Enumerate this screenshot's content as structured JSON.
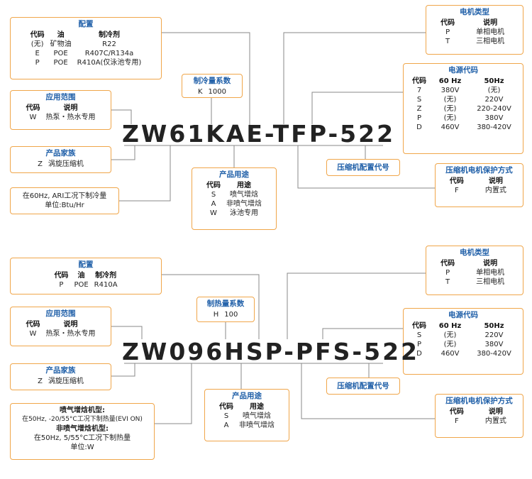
{
  "d1": {
    "config": {
      "title": "配置",
      "headers": [
        "代码",
        "油",
        "制冷剂"
      ],
      "rows": [
        [
          "(无)",
          "矿物油",
          "R22"
        ],
        [
          "E",
          "POE",
          "R407C/R134a"
        ],
        [
          "P",
          "POE",
          "R410A(仅泳池专用)"
        ]
      ]
    },
    "motor_type": {
      "title": "电机类型",
      "headers": [
        "代码",
        "说明"
      ],
      "rows": [
        [
          "P",
          "单相电机"
        ],
        [
          "T",
          "三相电机"
        ]
      ]
    },
    "cap_coef": {
      "title": "制冷量系数",
      "row": [
        "K",
        "1000"
      ]
    },
    "power": {
      "title": "电源代码",
      "headers": [
        "代码",
        "60 Hz",
        "50Hz"
      ],
      "rows": [
        [
          "7",
          "380V",
          "(无)"
        ],
        [
          "S",
          "(无)",
          "220V"
        ],
        [
          "Z",
          "(无)",
          "220-240V"
        ],
        [
          "P",
          "(无)",
          "380V"
        ],
        [
          "D",
          "460V",
          "380-420V"
        ]
      ]
    },
    "app": {
      "title": "应用范围",
      "headers": [
        "代码",
        "说明"
      ],
      "rows": [
        [
          "W",
          "热泵・热水专用"
        ]
      ]
    },
    "model": {
      "c1": "ZW",
      "c2": "61",
      "c3": "KAE",
      "c4": "-",
      "c5": "TFP",
      "c6": "-",
      "c7": "522"
    },
    "family": {
      "title": "产品家族",
      "row": [
        "Z",
        "涡旋压缩机"
      ]
    },
    "comp_conf": {
      "title": "压缩机配置代号"
    },
    "usage": {
      "title": "产品用途",
      "headers": [
        "代码",
        "用途"
      ],
      "rows": [
        [
          "S",
          "喷气增焓"
        ],
        [
          "A",
          "非喷气增焓"
        ],
        [
          "W",
          "泳池专用"
        ]
      ]
    },
    "protect": {
      "title": "压缩机电机保护方式",
      "headers": [
        "代码",
        "说明"
      ],
      "rows": [
        [
          "F",
          "内置式"
        ]
      ]
    },
    "capacity_note": {
      "line1": "在60Hz, ARI工况下制冷量",
      "line2": "单位:Btu/Hr"
    }
  },
  "d2": {
    "config": {
      "title": "配置",
      "headers": [
        "代码",
        "油",
        "制冷剂"
      ],
      "rows": [
        [
          "P",
          "POE",
          "R410A"
        ]
      ]
    },
    "motor_type": {
      "title": "电机类型",
      "headers": [
        "代码",
        "说明"
      ],
      "rows": [
        [
          "P",
          "单相电机"
        ],
        [
          "T",
          "三相电机"
        ]
      ]
    },
    "heat_coef": {
      "title": "制热量系数",
      "row": [
        "H",
        "100"
      ]
    },
    "app": {
      "title": "应用范围",
      "headers": [
        "代码",
        "说明"
      ],
      "rows": [
        [
          "W",
          "热泵・热水专用"
        ]
      ]
    },
    "power": {
      "title": "电源代码",
      "headers": [
        "代码",
        "60 Hz",
        "50Hz"
      ],
      "rows": [
        [
          "S",
          "(无)",
          "220V"
        ],
        [
          "P",
          "(无)",
          "380V"
        ],
        [
          "D",
          "460V",
          "380-420V"
        ]
      ]
    },
    "model": {
      "c1": "ZW",
      "c2": "096",
      "c3": "HSP",
      "c4": "-",
      "c5": "PFS",
      "c6": "-",
      "c7": "522"
    },
    "family": {
      "title": "产品家族",
      "row": [
        "Z",
        "涡旋压缩机"
      ]
    },
    "comp_conf": {
      "title": "压缩机配置代号"
    },
    "usage": {
      "title": "产品用途",
      "headers": [
        "代码",
        "用途"
      ],
      "rows": [
        [
          "S",
          "喷气增焓"
        ],
        [
          "A",
          "非喷气增焓"
        ]
      ]
    },
    "protect": {
      "title": "压缩机电机保护方式",
      "headers": [
        "代码",
        "说明"
      ],
      "rows": [
        [
          "F",
          "内置式"
        ]
      ]
    },
    "heat_note": {
      "l1": "喷气增焓机型:",
      "l2": "在50Hz, -20/55°C工况下制热量(EVI ON)",
      "l3": "非喷气增焓机型:",
      "l4": "在50Hz, 5/55°C工况下制热量",
      "l5": "单位:W"
    }
  }
}
